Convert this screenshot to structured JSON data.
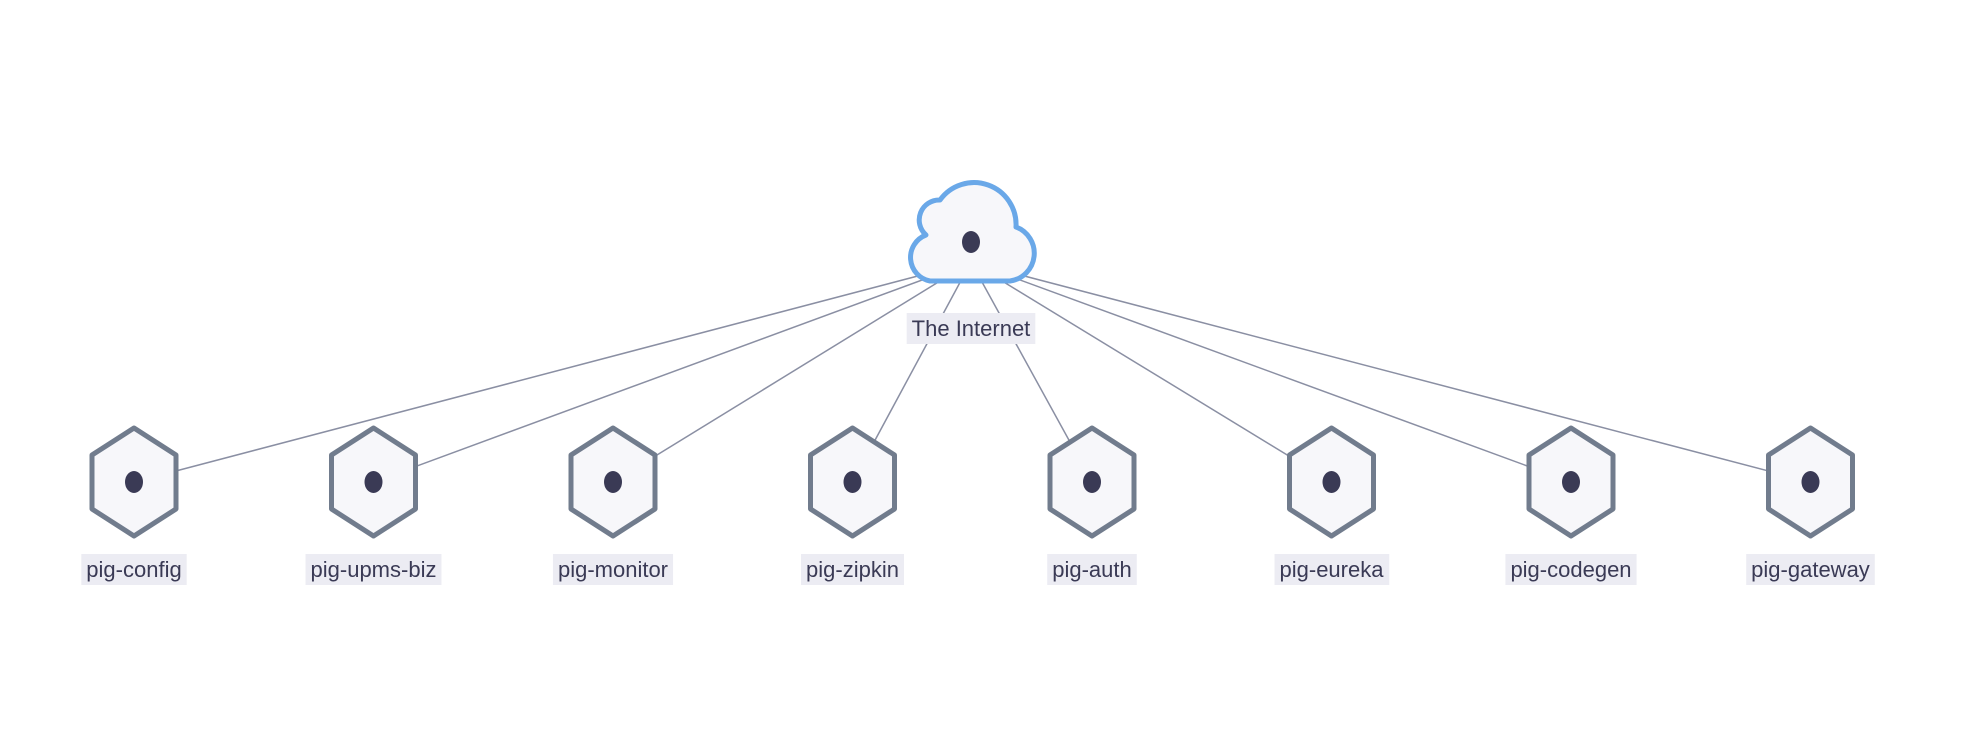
{
  "diagram": {
    "root": {
      "label": "The Internet",
      "icon": "cloud-icon"
    },
    "services": [
      {
        "label": "pig-config",
        "icon": "hexagon-node-icon"
      },
      {
        "label": "pig-upms-biz",
        "icon": "hexagon-node-icon"
      },
      {
        "label": "pig-monitor",
        "icon": "hexagon-node-icon"
      },
      {
        "label": "pig-zipkin",
        "icon": "hexagon-node-icon"
      },
      {
        "label": "pig-auth",
        "icon": "hexagon-node-icon"
      },
      {
        "label": "pig-eureka",
        "icon": "hexagon-node-icon"
      },
      {
        "label": "pig-codegen",
        "icon": "hexagon-node-icon"
      },
      {
        "label": "pig-gateway",
        "icon": "hexagon-node-icon"
      }
    ],
    "colors": {
      "edge": "#8a8fa3",
      "cloud_stroke": "#6aa8e8",
      "hex_stroke": "#717c8d",
      "node_fill": "#f7f7fa",
      "dot": "#3a3a55",
      "label_text": "#3a3a55",
      "label_bg": "#ececf3"
    }
  }
}
